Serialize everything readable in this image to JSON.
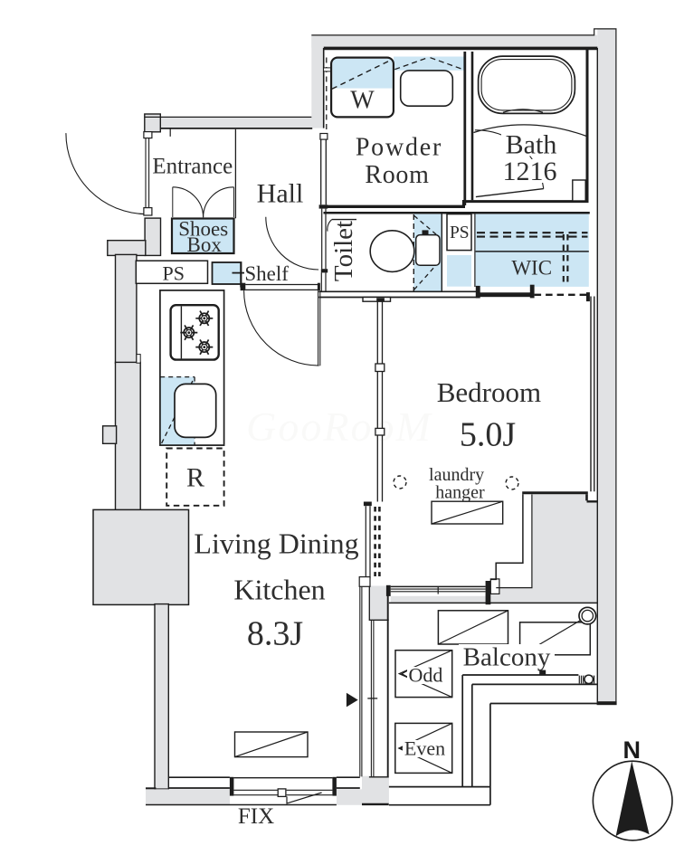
{
  "document": {
    "type": "apartment-floor-plan",
    "orientation_marker": "N"
  },
  "colors": {
    "background": "#ffffff",
    "wall_line": "#1d1d1d",
    "exterior_gray": "#e1e2e4",
    "fixture_blue": "#cce6f4",
    "label_text": "#2e2e2e"
  },
  "labels": {
    "entrance": "Entrance",
    "hall": "Hall",
    "shoes_line1": "Shoes",
    "shoes_line2": "Box",
    "ps_hall": "PS",
    "shelf": "Shelf",
    "powder_line1": "Powder",
    "powder_line2": "Room",
    "washer": "W",
    "bath": "Bath",
    "bath_size": "1216",
    "toilet": "Toilet",
    "ps_wic": "PS",
    "wic": "WIC",
    "fridge": "R",
    "bedroom": "Bedroom",
    "bedroom_size": "5.0J",
    "laundry_line1": "laundry",
    "laundry_line2": "hanger",
    "living_line1": "Living Dining",
    "living_line2": "Kitchen",
    "living_size": "8.3J",
    "balcony": "Balcony",
    "odd": "Odd",
    "even": "Even",
    "fix": "FIX",
    "north": "N",
    "watermark": "GooRooM"
  },
  "rooms": [
    {
      "name": "Living Dining Kitchen",
      "size_label": "8.3J"
    },
    {
      "name": "Bedroom",
      "size_label": "5.0J"
    },
    {
      "name": "Bath",
      "size_label": "1216"
    },
    {
      "name": "Powder Room"
    },
    {
      "name": "Toilet"
    },
    {
      "name": "WIC"
    },
    {
      "name": "Hall"
    },
    {
      "name": "Entrance"
    },
    {
      "name": "Balcony"
    }
  ],
  "annotations": [
    "laundry hanger",
    "Shoes Box",
    "Shelf",
    "PS",
    "R",
    "W",
    "FIX",
    "Odd",
    "Even"
  ]
}
